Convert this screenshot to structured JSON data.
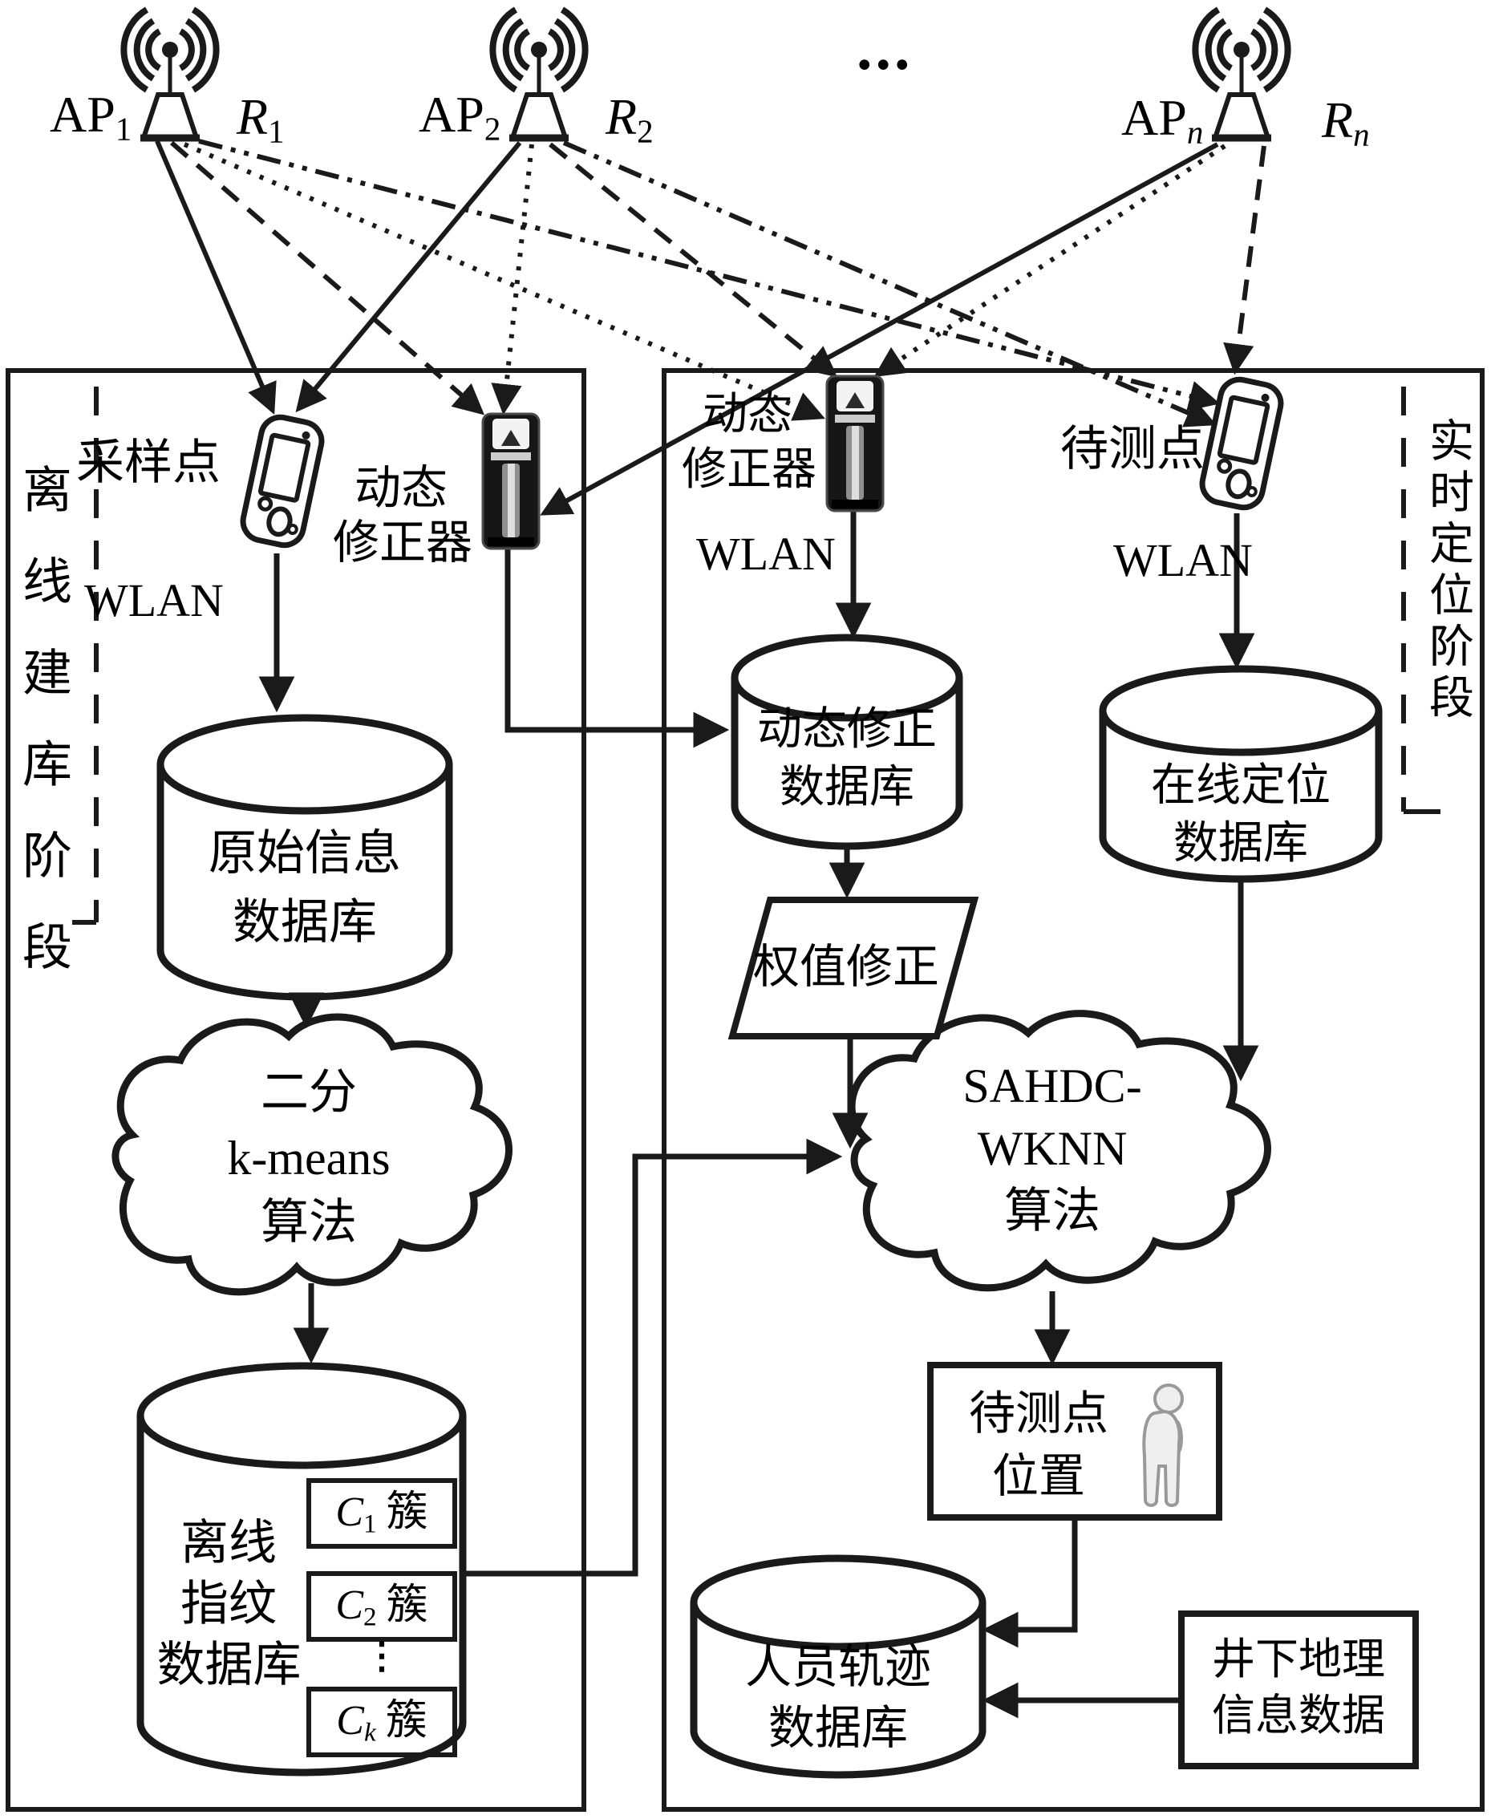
{
  "access_points": [
    {
      "name": "AP",
      "sub": "1",
      "r_name": "R",
      "r_sub": "1"
    },
    {
      "name": "AP",
      "sub": "2",
      "r_name": "R",
      "r_sub": "2"
    },
    {
      "name": "AP",
      "sub": "n",
      "r_name": "R",
      "r_sub": "n"
    }
  ],
  "ellipsis": "...",
  "phases": {
    "offline": "离线建库阶段",
    "online": "实时定位阶段"
  },
  "wlan_label": "WLAN",
  "device_labels": {
    "sampling_point": "采样点",
    "corrector_line1": "动态",
    "corrector_line2": "修正器",
    "test_point": "待测点"
  },
  "nodes": {
    "raw_db": {
      "line1": "原始信息",
      "line2": "数据库"
    },
    "bisecting_kmeans_cloud": {
      "line1": "二分",
      "line2": "k-means",
      "line3": "算法"
    },
    "fingerprint_db": {
      "line1": "离线",
      "line2": "指纹",
      "line3": "数据库",
      "dots": "⋮",
      "clusters": [
        {
          "symbol": "C",
          "sub": "1",
          "suffix": "簇"
        },
        {
          "symbol": "C",
          "sub": "2",
          "suffix": "簇"
        },
        {
          "symbol": "C",
          "sub": "k",
          "suffix": "簇"
        }
      ]
    },
    "correction_db": {
      "line1": "动态修正",
      "line2": "数据库"
    },
    "weight_correction": {
      "label": "权值修正"
    },
    "sahdc_wknn_cloud": {
      "line1": "SAHDC-",
      "line2": "WKNN",
      "line3": "算法"
    },
    "online_db": {
      "line1": "在线定位",
      "line2": "数据库"
    },
    "target_position": {
      "line1": "待测点",
      "line2": "位置"
    },
    "trajectory_db": {
      "line1": "人员轨迹",
      "line2": "数据库"
    },
    "geo_info": {
      "line1": "井下地理",
      "line2": "信息数据"
    }
  },
  "colors": {
    "stroke": "#1a1a1a",
    "background": "#ffffff"
  }
}
